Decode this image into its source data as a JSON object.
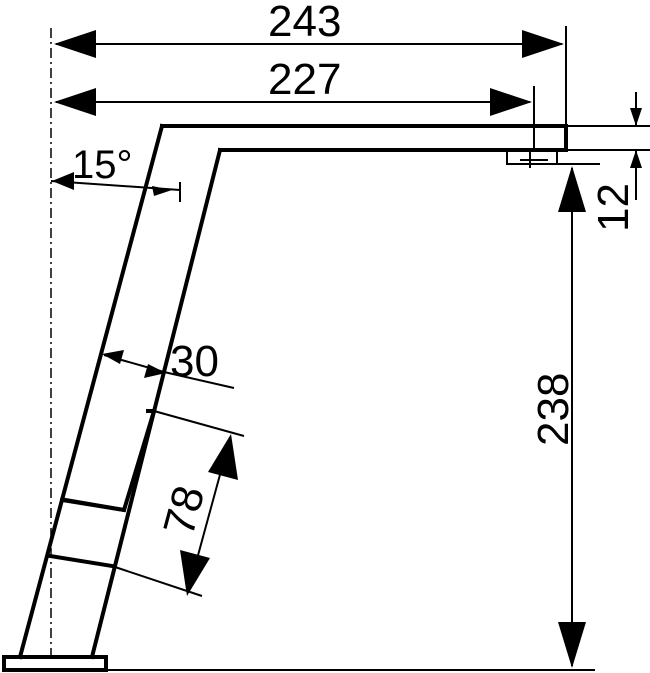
{
  "diagram": {
    "dimensions": {
      "overall_reach": "243",
      "spout_reach": "227",
      "tilt_angle": "15°",
      "body_width": "30",
      "handle_length": "78",
      "spout_height": "12",
      "total_height": "238"
    }
  }
}
